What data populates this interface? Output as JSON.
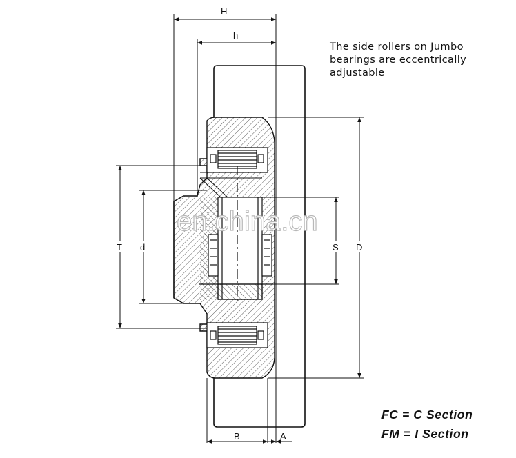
{
  "dimensions": {
    "H": "H",
    "h": "h",
    "T": "T",
    "d": "d",
    "S": "S",
    "D": "D",
    "B": "B",
    "A": "A"
  },
  "note": {
    "line1": "The side rollers on Jumbo",
    "line2": "bearings are eccentrically",
    "line3": "adjustable"
  },
  "sections": {
    "fc": "FC = C Section",
    "fm": "FM = I Section"
  },
  "watermark": "en.china.cn",
  "colors": {
    "line": "#111111",
    "hatch": "#333333",
    "background": "#ffffff"
  }
}
